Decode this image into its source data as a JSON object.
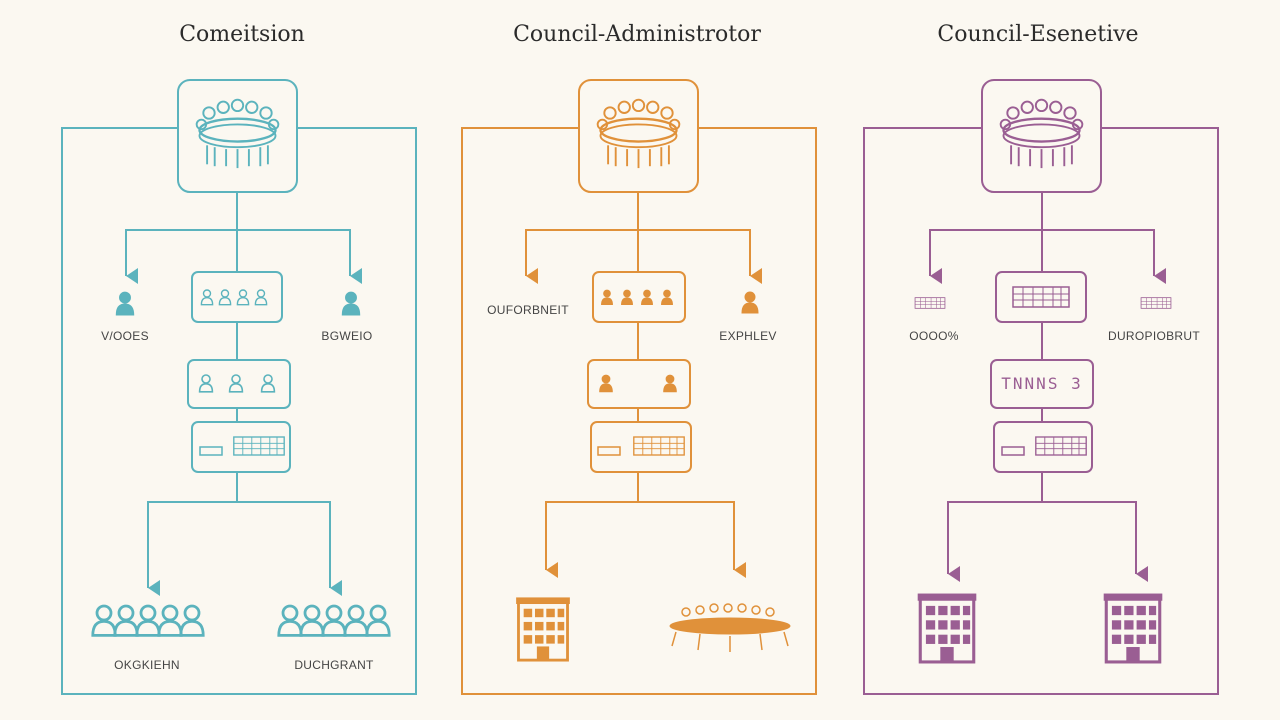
{
  "panels": [
    {
      "title": "Comeitsion",
      "color": "#5bb3bd",
      "labels": {
        "left_mid": "V/OOES",
        "right_mid": "BGWEIO",
        "bottom_left": "OKGKIEHN",
        "bottom_right": "DUCHGRANT"
      }
    },
    {
      "title": "Council-Administrotor",
      "color": "#e0913a",
      "labels": {
        "left_mid": "OUFORBNEIT",
        "right_mid": "EXPHLEV",
        "bottom_left": "",
        "bottom_right": ""
      }
    },
    {
      "title": "Council-Esenetive",
      "color": "#9a5e93",
      "labels": {
        "left_mid": "OOOO%",
        "right_mid": "DUROPIOBRUT",
        "bottom_left": "",
        "bottom_right": ""
      },
      "middle_box_text": "TNNNS 3"
    }
  ],
  "icons": {
    "top": "council-table-icon",
    "people": "people-icon",
    "building": "building-icon",
    "conference": "conference-table-icon"
  }
}
